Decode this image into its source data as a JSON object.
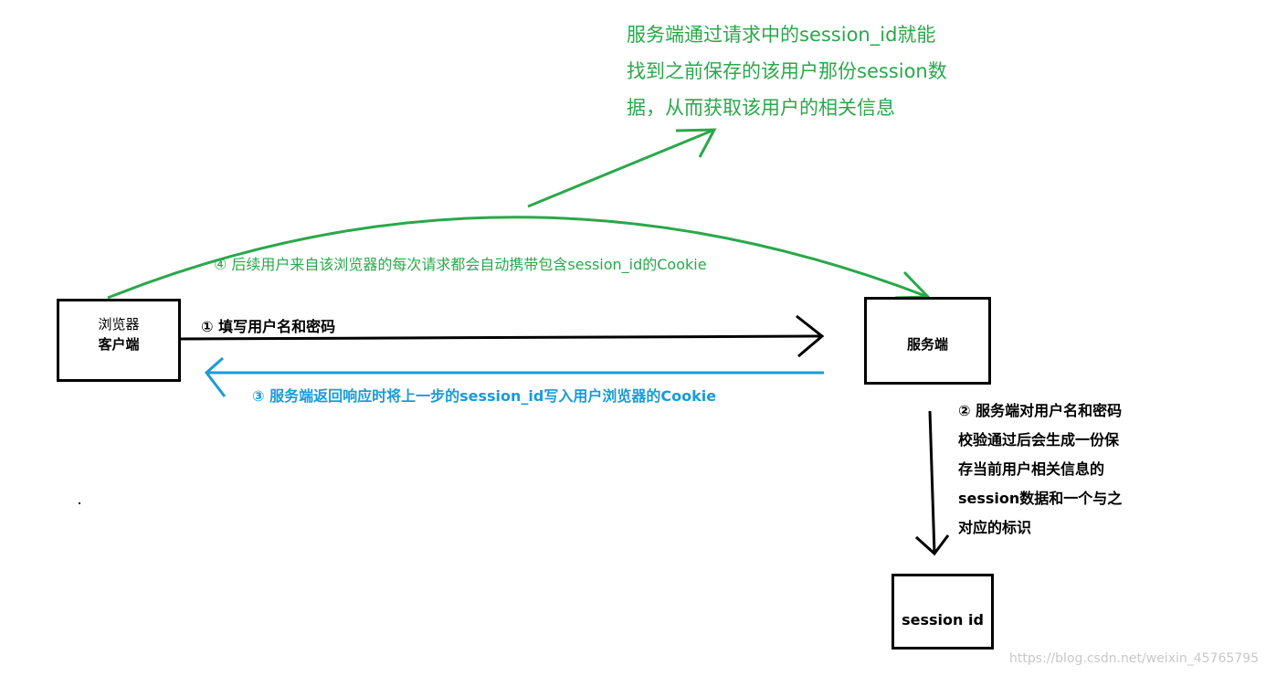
{
  "nodes": {
    "client": {
      "line1": "浏览器",
      "line2": "客户端"
    },
    "server": {
      "label": "服务端"
    },
    "session": {
      "label": "session id"
    }
  },
  "edges": {
    "step1": "① 填写用户名和密码",
    "step2": "② 服务端对用户名和密码校验通过后会生成一份保存当前用户相关信息的session数据和一个与之对应的标识",
    "step3": "③ 服务端返回响应时将上一步的session_id写入用户浏览器的Cookie",
    "step4": "④ 后续用户来自该浏览器的每次请求都会自动携带包含session_id的Cookie"
  },
  "note": {
    "lines": [
      "服务端通过请求中的session_id就能",
      "找到之前保存的该用户那份session数",
      "据，从而获取该用户的相关信息"
    ]
  },
  "watermark": "https://blog.csdn.net/weixin_45765795",
  "colors": {
    "green": "#2aa84a",
    "blue": "#1a9bd6",
    "black": "#000000"
  }
}
